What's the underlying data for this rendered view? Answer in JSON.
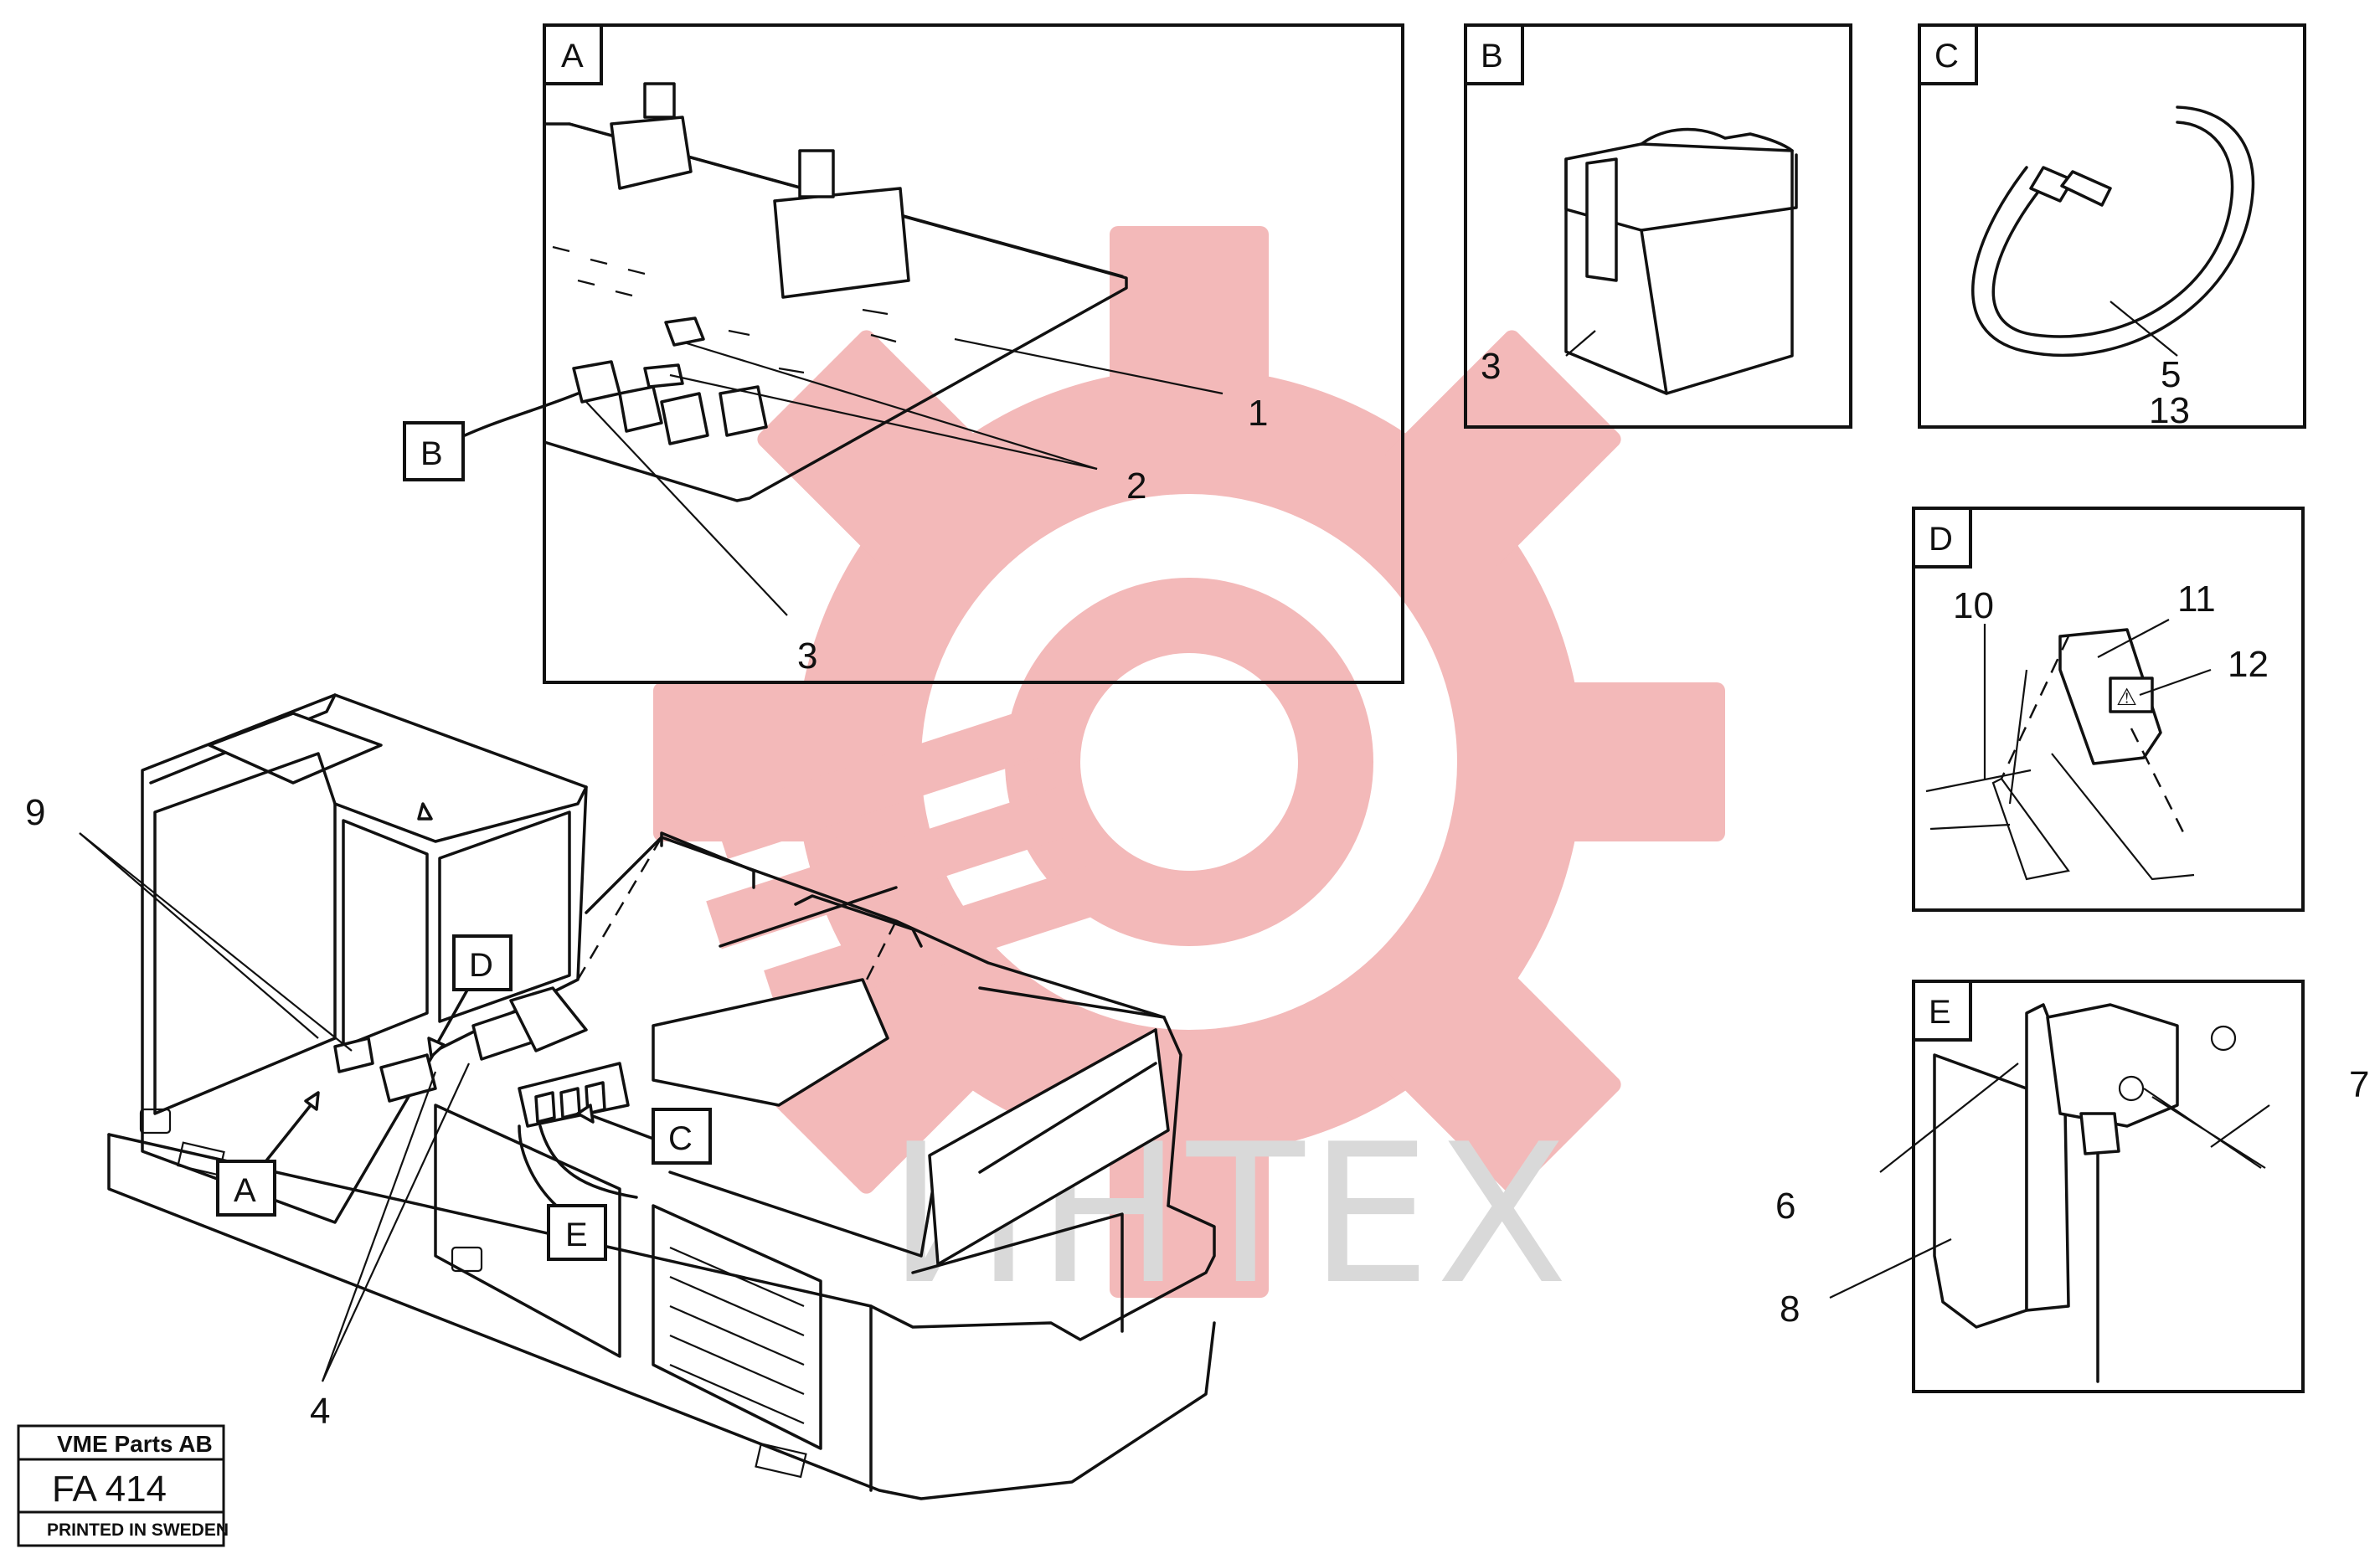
{
  "watermark": {
    "text": "ИНТЕХ",
    "gear_color": "#f3b9b9",
    "text_color": "#d9d9d9"
  },
  "detail_panels": {
    "A": {
      "letter": "A",
      "callouts": {
        "c1": "1",
        "c2": "2",
        "c3": "3"
      },
      "ref_tag": "B"
    },
    "B": {
      "letter": "B",
      "callouts": {
        "c3": "3"
      }
    },
    "C": {
      "letter": "C",
      "callouts": {
        "c5": "5",
        "c13": "13"
      }
    },
    "D": {
      "letter": "D",
      "callouts": {
        "c10": "10",
        "c11": "11",
        "c12": "12"
      },
      "switch_symbol": "⚠"
    },
    "E": {
      "letter": "E",
      "callouts": {
        "c6": "6",
        "c7": "7",
        "c8": "8"
      }
    }
  },
  "main_view": {
    "callouts": {
      "c9": "9",
      "c4": "4"
    },
    "tags": {
      "A": "A",
      "C": "C",
      "D": "D",
      "E": "E"
    }
  },
  "title_block": {
    "company": "VME Parts AB",
    "code": "FA 414",
    "printed": "PRINTED IN SWEDEN"
  }
}
